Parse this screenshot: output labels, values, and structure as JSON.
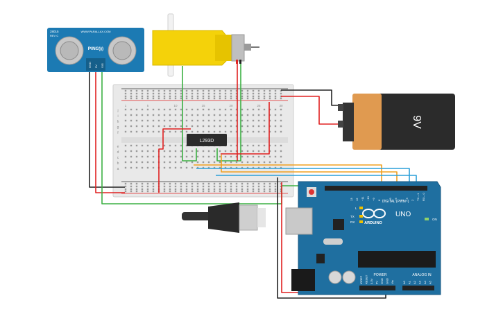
{
  "sensor": {
    "model": "28015",
    "rev": "REV C",
    "site": "WWW.PARALLAX.COM",
    "name": "PING)))",
    "pins": [
      "GND",
      "5V",
      "SIG"
    ]
  },
  "chip": {
    "label": "L293D"
  },
  "battery": {
    "label": "9V"
  },
  "breadboard": {
    "row_letters_top": [
      "j",
      "i",
      "h",
      "g",
      "f"
    ],
    "row_letters_bottom": [
      "e",
      "d",
      "c",
      "b",
      "a"
    ],
    "col_numbers": [
      "1",
      "5",
      "10",
      "15",
      "20",
      "25",
      "30"
    ]
  },
  "arduino": {
    "brand": "ARDUINO",
    "model": "UNO",
    "digital_label": "DIGITAL (PWM~)",
    "power_label": "POWER",
    "analog_label": "ANALOG IN",
    "on_label": "ON",
    "l_label": "L",
    "tx_label": "TX",
    "rx_label": "RX",
    "aref": "AREF",
    "gnd": "GND",
    "digital_pins": [
      "13",
      "12",
      "~11",
      "~10",
      "~9",
      "8",
      "7",
      "~6",
      "~5",
      "4",
      "~3",
      "2",
      "TX→1",
      "RX←0"
    ],
    "power_pins": [
      "IOREF",
      "RESET",
      "3.3V",
      "5V",
      "GND",
      "GND",
      "Vin"
    ],
    "analog_pins": [
      "A0",
      "A1",
      "A2",
      "A3",
      "A4",
      "A5"
    ]
  },
  "colors": {
    "wire_red": "#e02020",
    "wire_black": "#222222",
    "wire_green": "#3cb043",
    "wire_orange": "#f0a020",
    "wire_blue": "#2a9fd8",
    "board_blue": "#1f6fa0",
    "battery_orange": "#e09a50",
    "motor_yellow": "#f4d20a"
  }
}
